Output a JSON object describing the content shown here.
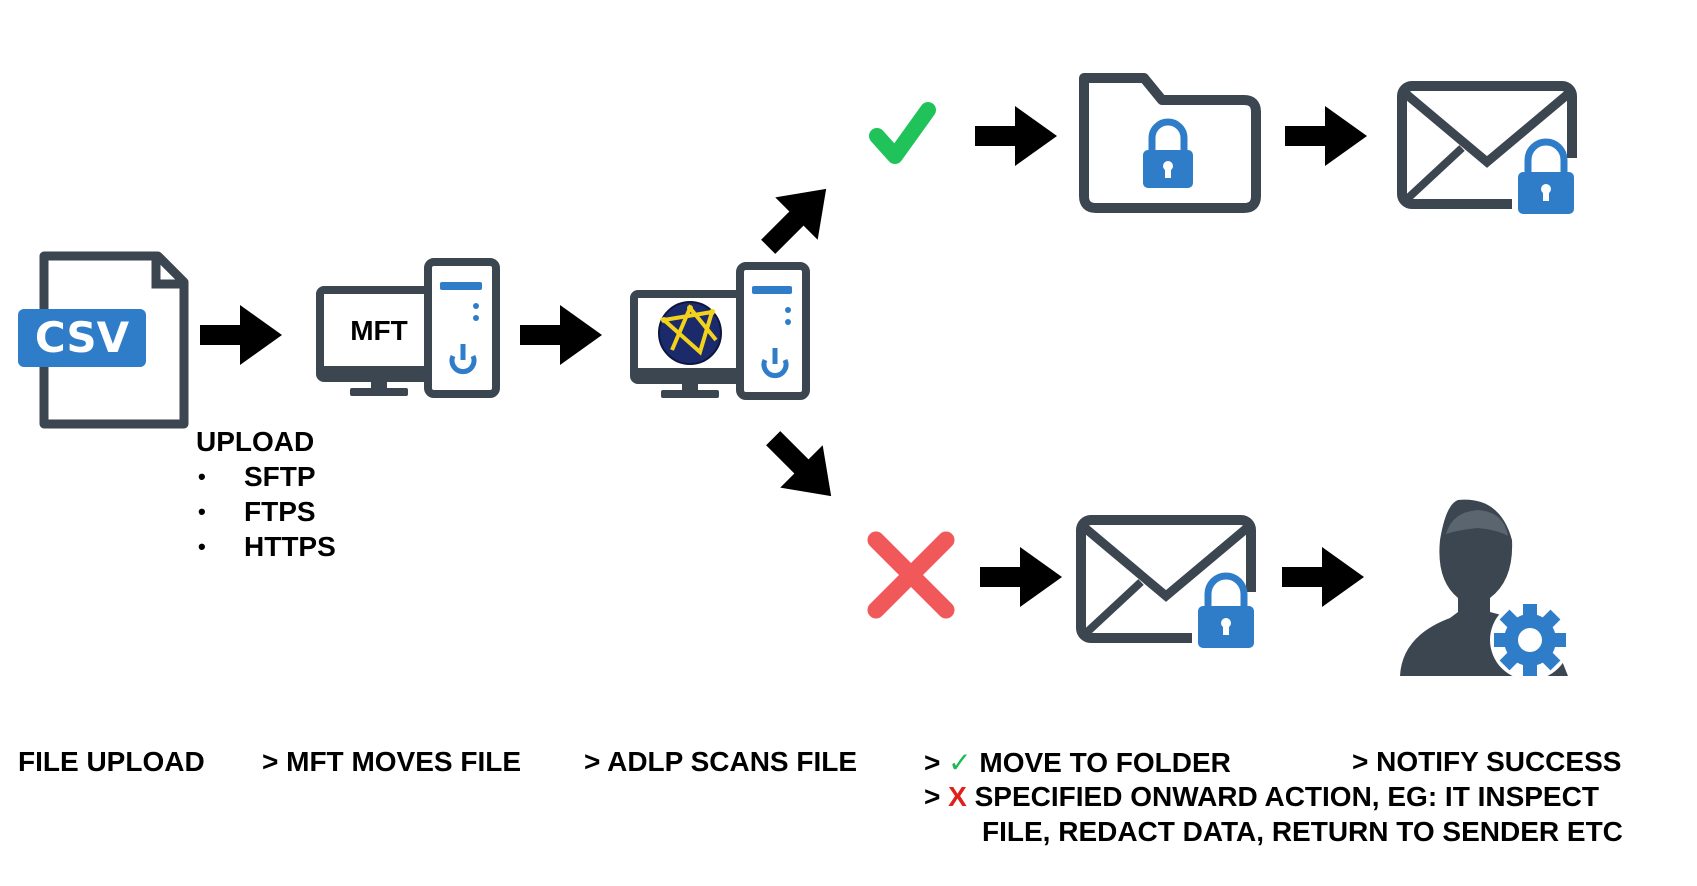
{
  "diagram": {
    "csv_label": "CSV",
    "mft_label": "MFT",
    "upload": {
      "title": "UPLOAD",
      "protocols": [
        "SFTP",
        "FTPS",
        "HTTPS"
      ]
    },
    "captions": {
      "file_upload": "FILE UPLOAD",
      "mft_moves": "> MFT MOVES FILE",
      "adlp_scans": "> ADLP SCANS FILE",
      "success_prefix": ">",
      "success_mark": "✓",
      "success_text": "MOVE TO FOLDER",
      "notify": "> NOTIFY SUCCESS",
      "fail_prefix": ">",
      "fail_mark": "X",
      "fail_text": "SPECIFIED ONWARD ACTION, EG: IT INSPECT",
      "fail_text_2": "FILE, REDACT DATA, RETURN TO SENDER ETC"
    },
    "icons": {
      "csv_file": "csv-file-icon",
      "mft_computer": "computer-icon",
      "adlp_computer": "computer-globe-icon",
      "check": "checkmark-icon",
      "cross": "cross-icon",
      "locked_folder": "locked-folder-icon",
      "locked_mail": "locked-mail-icon",
      "user_settings": "user-gear-icon"
    },
    "colors": {
      "icon_gray": "#3c4650",
      "icon_blue": "#2f7dc8",
      "check_green": "#1fc35a",
      "cross_red": "#f0585a",
      "arrow": "#000000"
    }
  }
}
